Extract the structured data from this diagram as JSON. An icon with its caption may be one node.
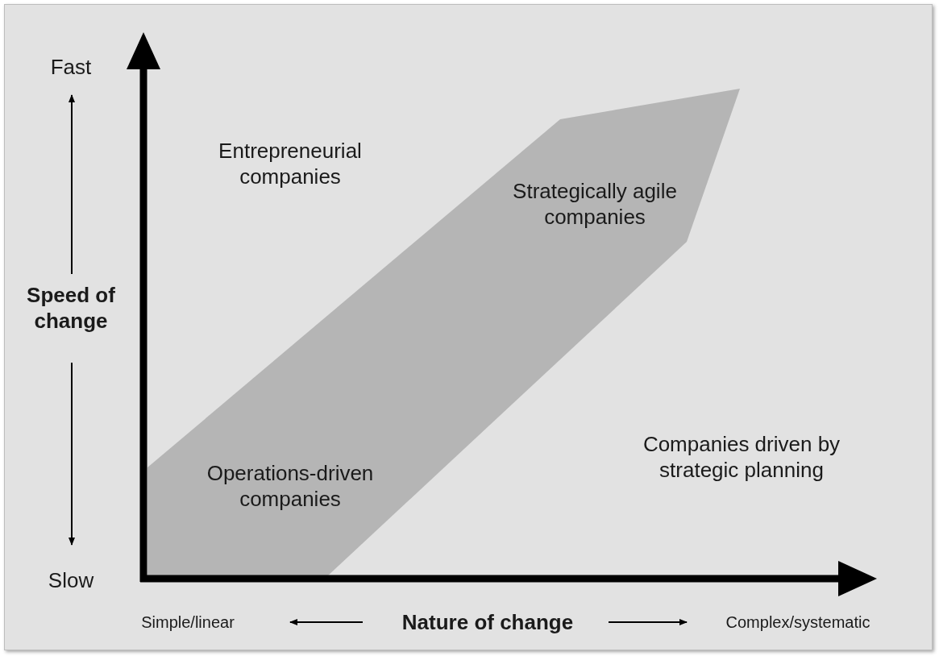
{
  "diagram": {
    "labels": [
      "Fast",
      "Entrepreneurial companies",
      "Strategically agile companies",
      "Speed of change",
      "Operations-driven companies",
      "Companies driven by strategic planning",
      "Slow",
      "Simple/linear",
      "Nature of change",
      "Complex/systematic"
    ]
  }
}
